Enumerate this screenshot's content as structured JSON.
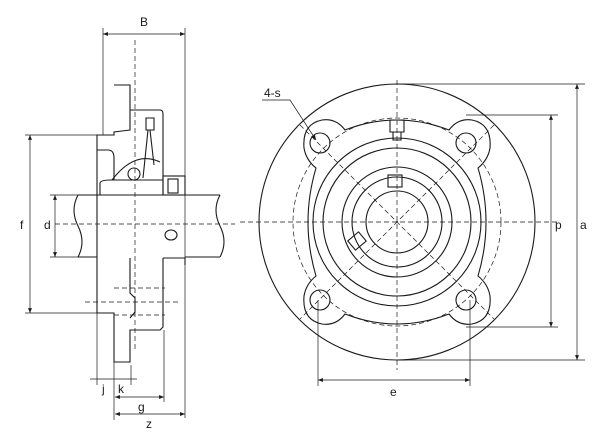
{
  "title": "Flanged bearing unit dimension drawing",
  "labels": {
    "B": "B",
    "f": "f",
    "d": "d",
    "j": "j",
    "k": "k",
    "g": "g",
    "z": "z",
    "s": "4-s",
    "p": "p",
    "a": "a",
    "e": "e"
  },
  "colors": {
    "line": "#1a1a1a",
    "background": "#ffffff"
  }
}
